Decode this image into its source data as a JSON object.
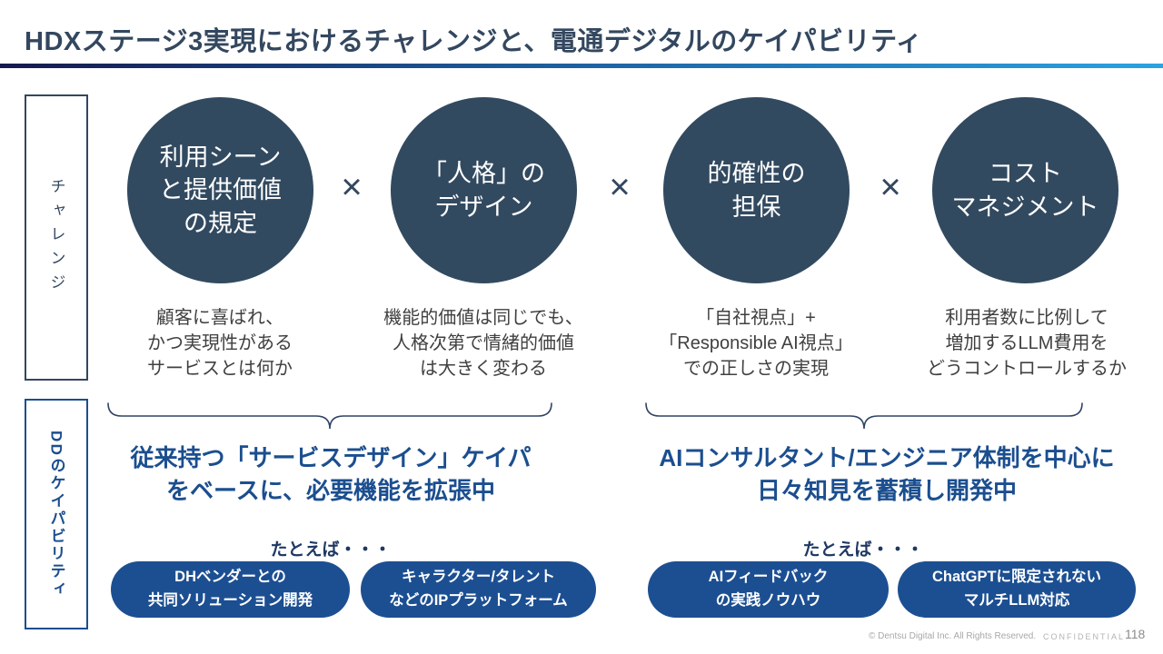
{
  "header": {
    "title": "HDXステージ3実現におけるチャレンジと、電通デジタルのケイパビリティ"
  },
  "sidebar": {
    "challenge_label": "チャレンジ",
    "capability_label": "DDのケイパビリティ"
  },
  "challenges": {
    "separator": "×",
    "items": [
      {
        "title": "利用シーン\nと提供価値\nの規定",
        "description": "顧客に喜ばれ、\nかつ実現性がある\nサービスとは何か"
      },
      {
        "title": "「人格」の\nデザイン",
        "description": "機能的価値は同じでも、\n人格次第で情緒的価値\nは大きく変わる"
      },
      {
        "title": "的確性の\n担保",
        "description": "「自社視点」+\n「Responsible AI視点」\nでの正しさの実現"
      },
      {
        "title": "コスト\nマネジメント",
        "description": "利用者数に比例して\n増加するLLM費用を\nどうコントロールするか"
      }
    ]
  },
  "capabilities": {
    "groups": [
      {
        "heading": "従来持つ「サービスデザイン」ケイパ\nをベースに、必要機能を拡張中",
        "example_label": "たとえば・・・",
        "pills": [
          "DHベンダーとの\n共同ソリューション開発",
          "キャラクター/タレント\nなどのIPプラットフォーム"
        ]
      },
      {
        "heading": "AIコンサルタント/エンジニア体制を中心に\n日々知見を蓄積し開発中",
        "example_label": "たとえば・・・",
        "pills": [
          "AIフィードバック\nの実践ノウハウ",
          "ChatGPTに限定されない\nマルチLLM対応"
        ]
      }
    ]
  },
  "footer": {
    "copyright": "© Dentsu Digital Inc. All Rights Reserved.",
    "confidential": "CONFIDENTIAL",
    "page_number": "118"
  },
  "colors": {
    "title_text": "#33475F",
    "rule_gradient_start": "#15194E",
    "rule_gradient_end": "#2BA2E2",
    "circle_fill": "#324A60",
    "circle_text": "#FFFFFF",
    "capability_accent": "#1B4E8F",
    "example_label_text": "#1F3864",
    "pill_fill": "#1C4F92",
    "description_text": "#404040",
    "footer_text": "#A8A8A8"
  }
}
